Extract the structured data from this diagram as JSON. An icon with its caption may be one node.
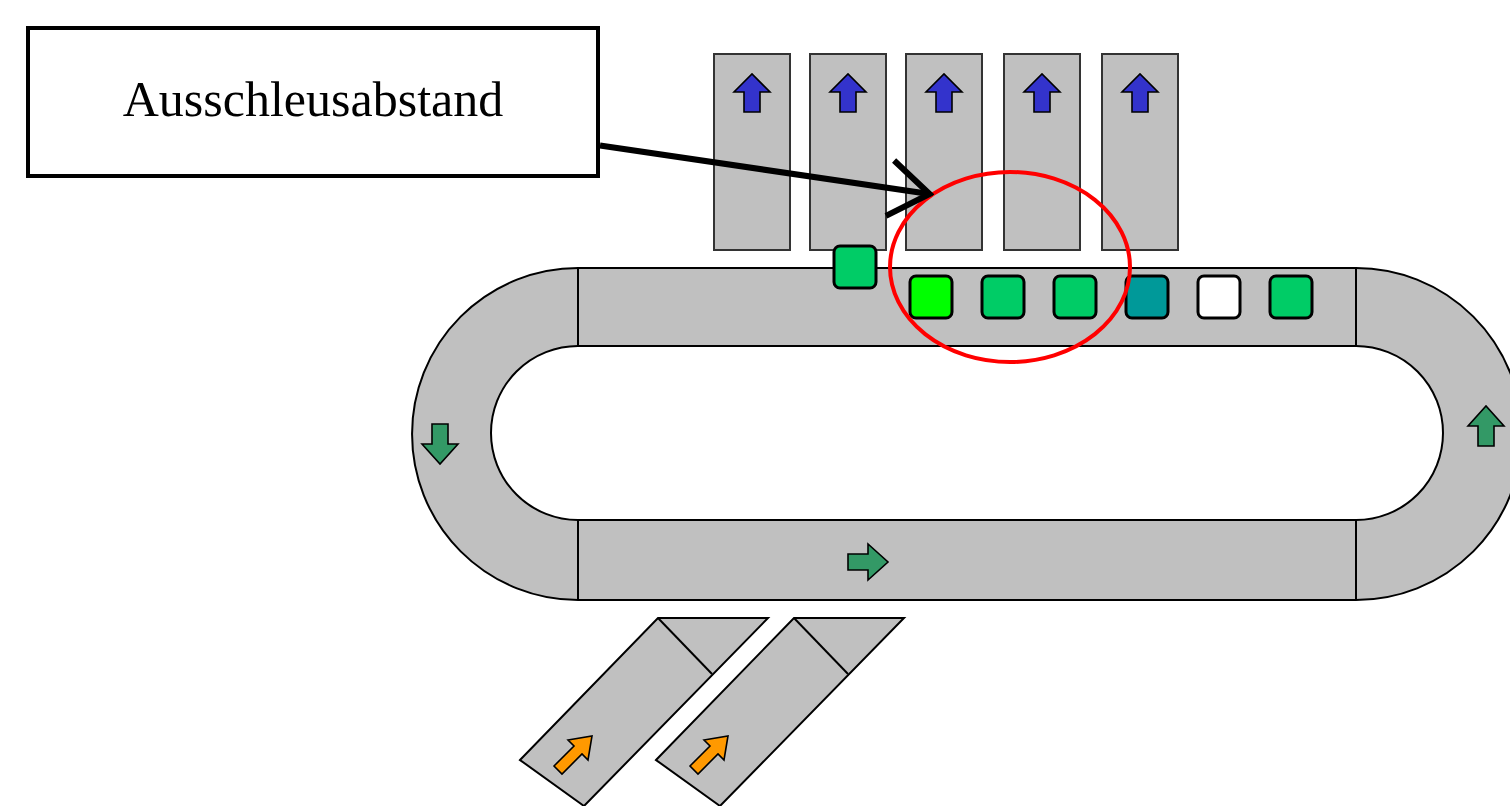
{
  "diagram": {
    "nodes": [
      {
        "text": [
          "Ausschleusabstand"
        ]
      },
      {
        "text": [],
        "shape": "circle"
      }
    ],
    "edges": [
      {
        "from": 0,
        "to": 1,
        "arrow": "to"
      }
    ]
  }
}
